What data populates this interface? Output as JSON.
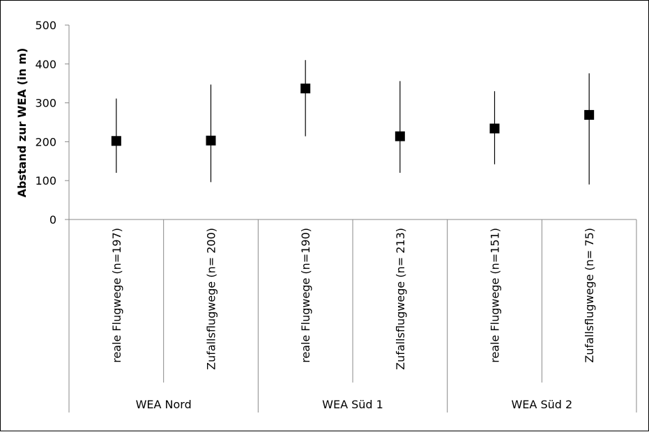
{
  "chart_data": {
    "type": "scatter",
    "ylabel": "Abstand zur WEA (in m)",
    "ylim": [
      0,
      500
    ],
    "yticks": [
      0,
      100,
      200,
      300,
      400,
      500
    ],
    "grid": false,
    "categories": [
      "reale Flugwege (n=197)",
      "Zufallsflugwege (n= 200)",
      "reale Flugwege (n=190)",
      "Zufallsflugwege (n= 213)",
      "reale Flugwege (n=151)",
      "Zufallsflugwege (n= 75)"
    ],
    "groups": [
      "WEA Nord",
      "WEA Süd 1",
      "WEA Süd 2"
    ],
    "values": [
      202,
      203,
      337,
      214,
      234,
      269
    ],
    "err_low": [
      120,
      96,
      214,
      120,
      142,
      90
    ],
    "err_high": [
      311,
      347,
      410,
      356,
      330,
      376
    ]
  }
}
